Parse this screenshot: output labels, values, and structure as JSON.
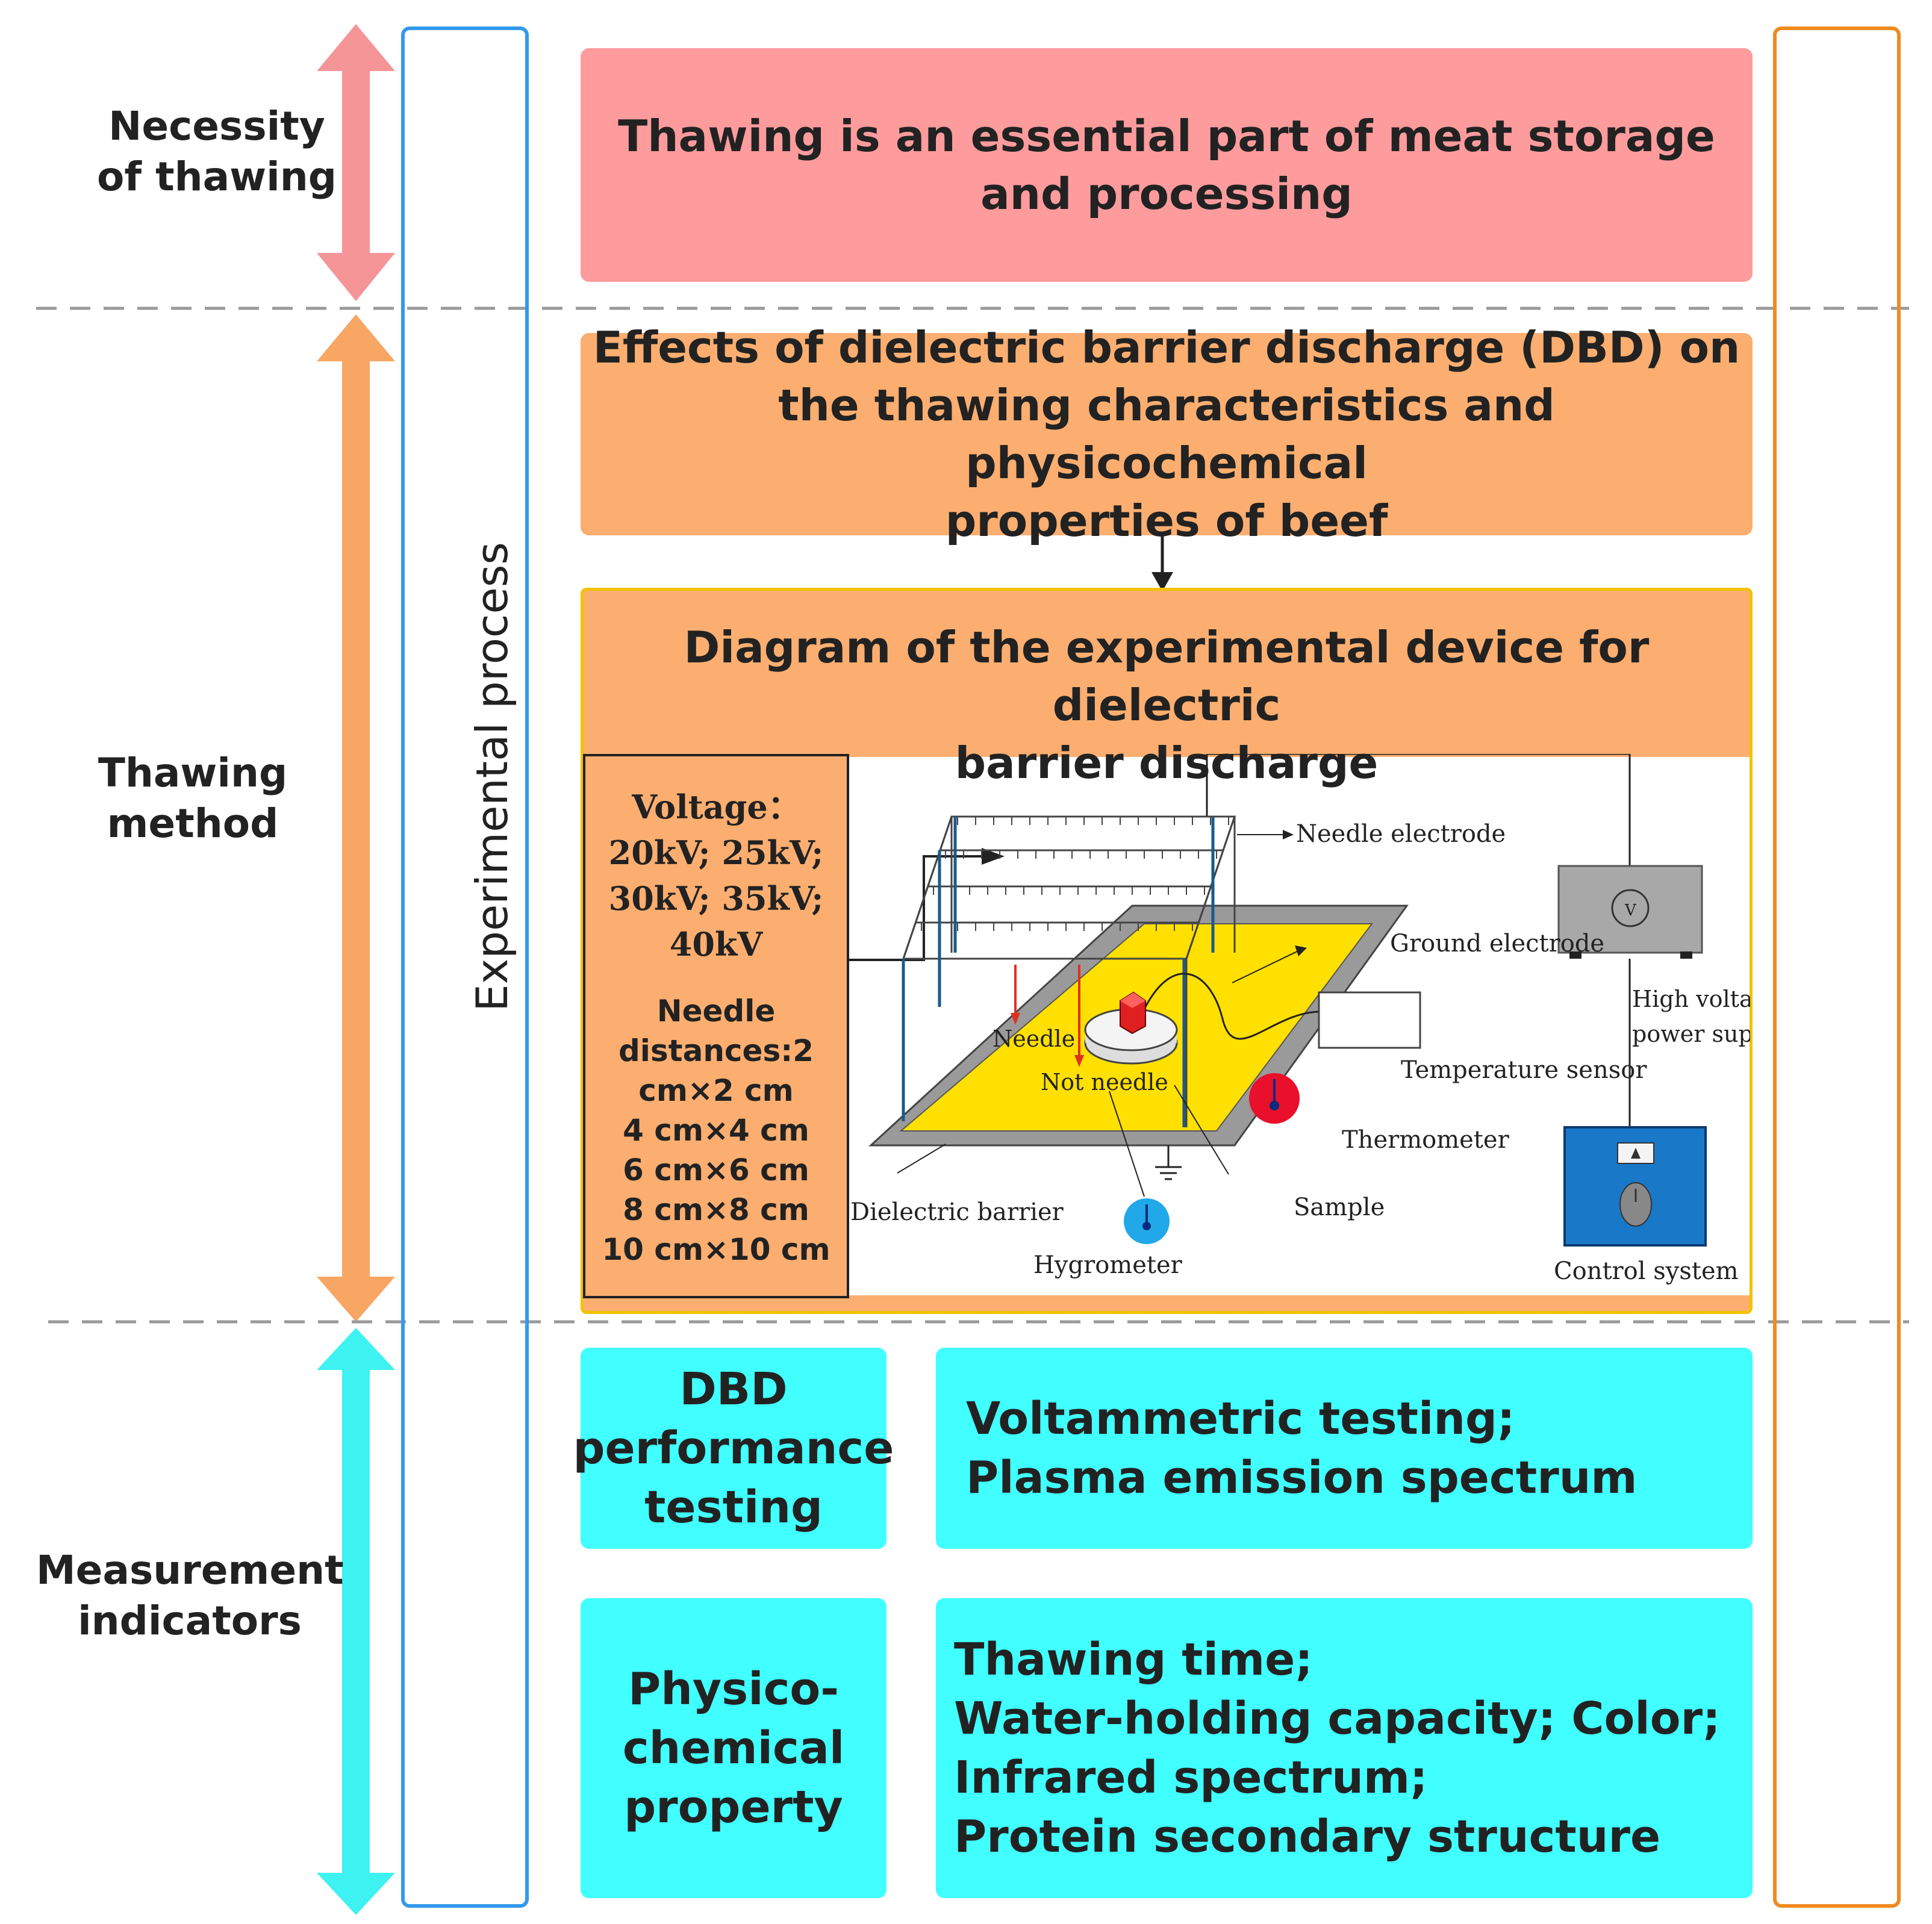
{
  "left_labels": {
    "necessity": "Necessity\nof thawing",
    "thawing_method": "Thawing\nmethod",
    "measurement": "Measurement\nindicators"
  },
  "experimental_process": "Experimental process",
  "boxes": {
    "thawing_essential": "Thawing is an essential part of meat storage\nand processing",
    "dbd_effects": "Effects of dielectric barrier discharge (DBD) on\nthe thawing characteristics and physicochemical\nproperties of beef",
    "diagram_title": "Diagram of the experimental device for dielectric\nbarrier discharge",
    "dbd_performance": "DBD\nperformance\ntesting",
    "dbd_performance_items": "Voltammetric testing;\nPlasma emission spectrum",
    "physicochemical": "Physico-\nchemical\nproperty",
    "physicochemical_items": "Thawing time;\nWater-holding capacity; Color;\nInfrared spectrum;\nProtein secondary structure"
  },
  "parameters": {
    "voltage": "Voltage：\n20kV; 25kV;\n30kV; 35kV;\n40kV",
    "needle": "Needle\ndistances:2\ncm×2 cm\n4 cm×4 cm\n6 cm×6 cm\n8 cm×8 cm\n10 cm×10 cm"
  },
  "device_labels": {
    "needle_electrode": "Needle electrode",
    "ground_electrode": "Ground electrode",
    "power_line1": "High voltage",
    "power_line2": "power supply",
    "temperature_sensor": "Temperature sensor",
    "thermometer": "Thermometer",
    "needle": "Needle",
    "not_needle": "Not needle",
    "dielectric_barrier": "Dielectric barrier",
    "sample": "Sample",
    "hygrometer": "Hygrometer",
    "control_system": "Control system",
    "voltmeter_symbol": "V"
  },
  "colors": {
    "pink": "#fd9b9d",
    "orange": "#fbae70",
    "cyan": "#41ffff",
    "blue_frame": "#3399ee",
    "orange_frame": "#f08a20",
    "yellow_plate": "#ffe000"
  }
}
